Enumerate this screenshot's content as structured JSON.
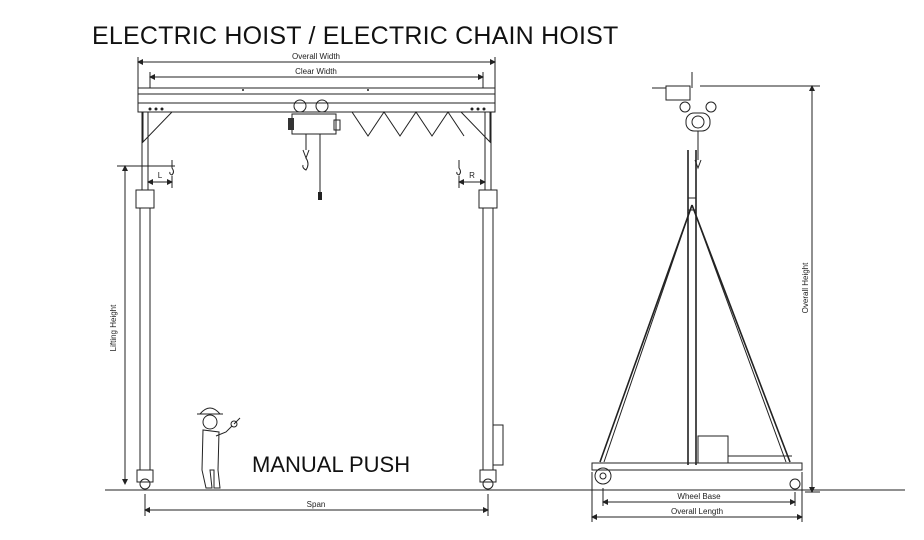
{
  "title": "ELECTRIC HOIST / ELECTRIC CHAIN HOIST",
  "caption": "MANUAL PUSH",
  "dimensions": {
    "overall_width": "Overall Width",
    "clear_width": "Clear Width",
    "lifting_height": "Lifting Height",
    "span": "Span",
    "left_approach": "L",
    "right_approach": "R",
    "overall_height": "Overall Height",
    "wheel_base": "Wheel Base",
    "overall_length": "Overall Length"
  }
}
